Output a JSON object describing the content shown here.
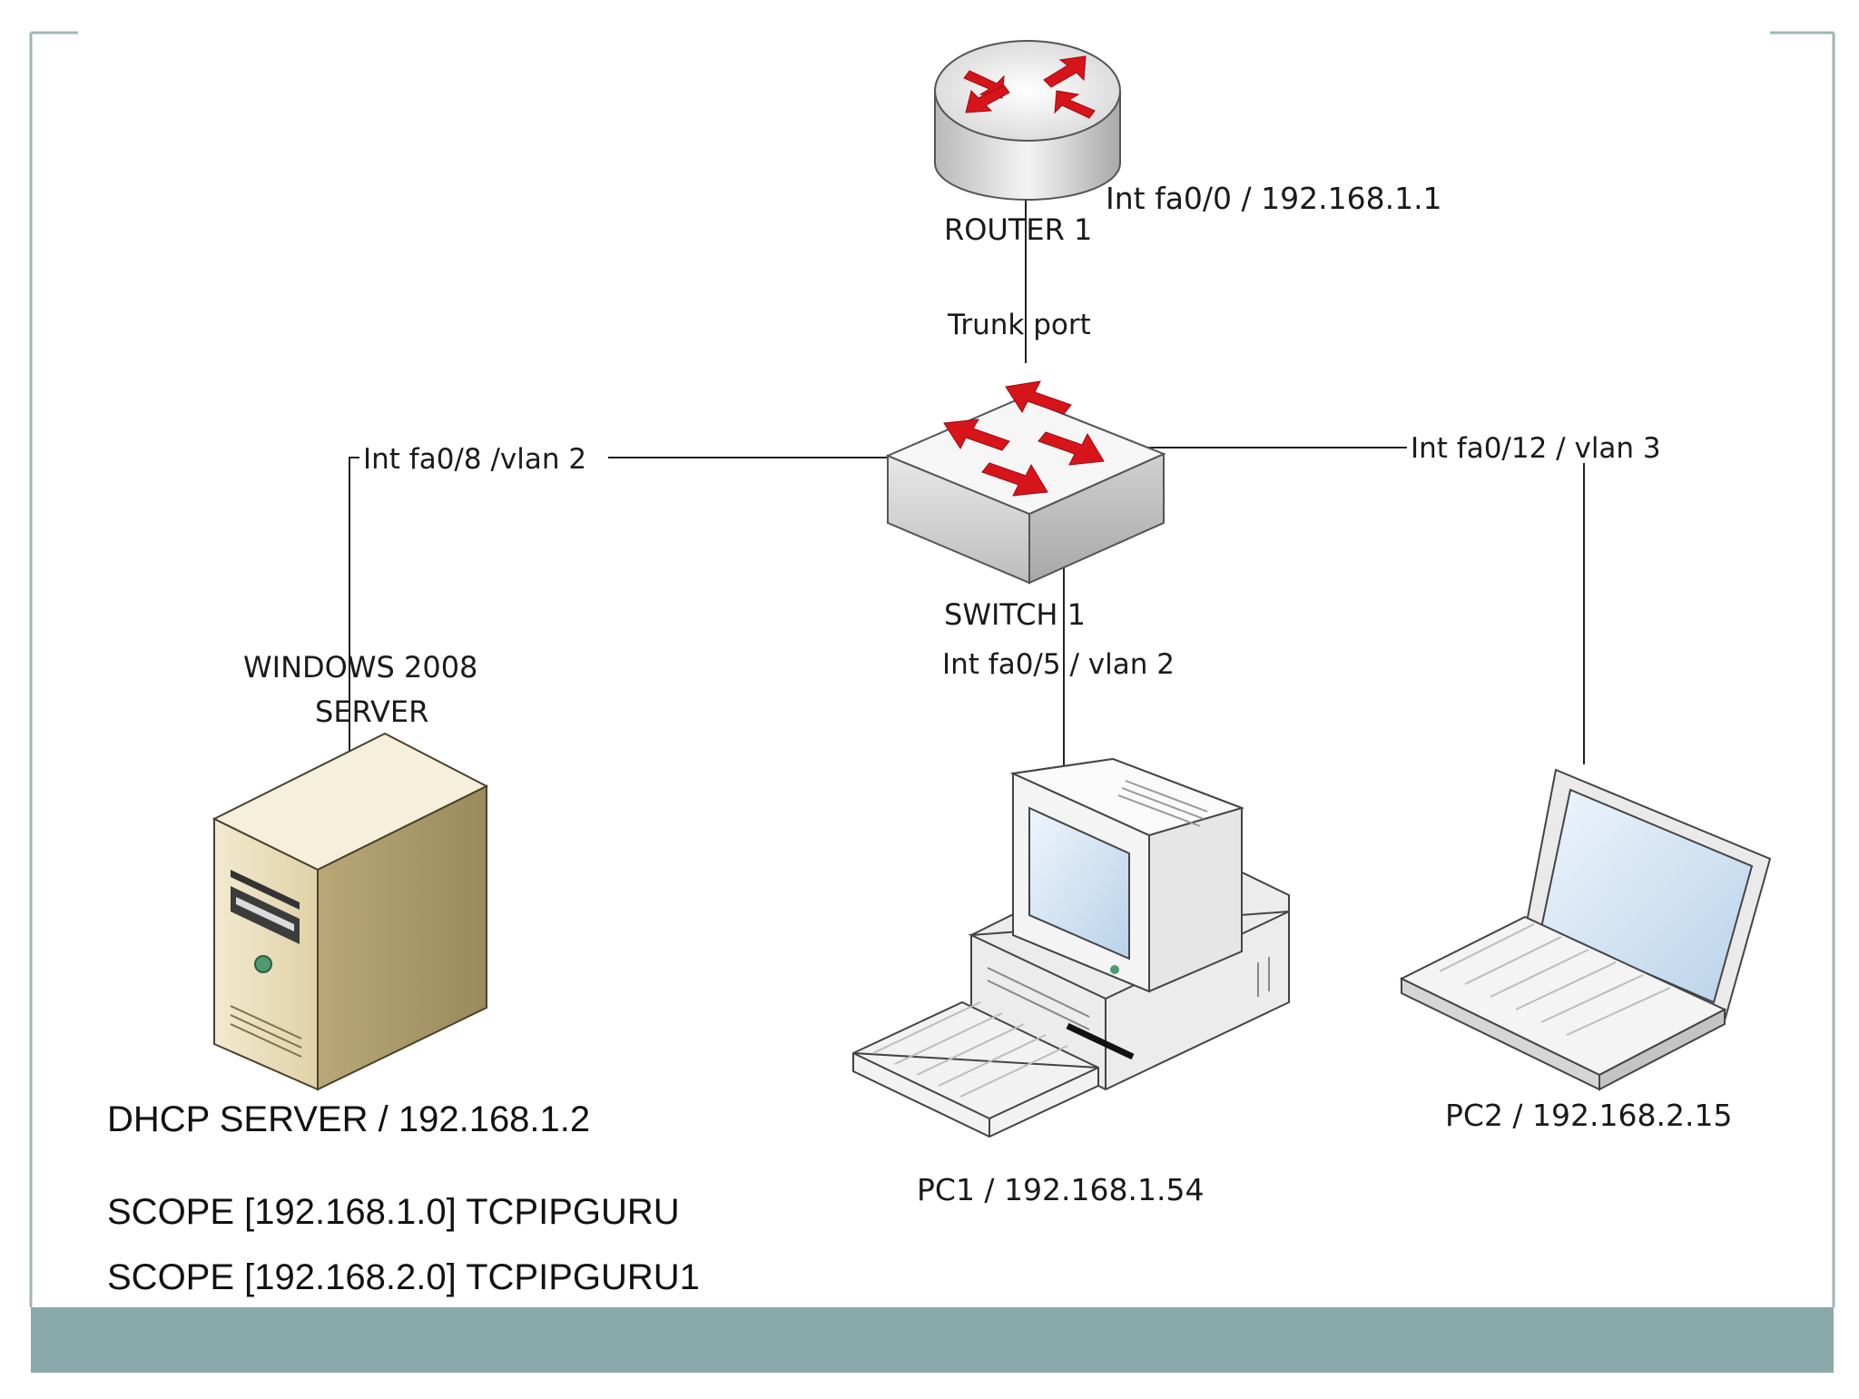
{
  "diagram": {
    "router": {
      "name": "ROUTER 1",
      "interface": "Int fa0/0 / 192.168.1.1"
    },
    "trunk_label": "Trunk port",
    "switch": {
      "name": "SWITCH 1"
    },
    "links": {
      "server_port": "Int fa0/8 /vlan  2",
      "pc1_port": "Int fa0/5 / vlan 2",
      "pc2_port": "Int fa0/12 / vlan 3"
    },
    "server": {
      "name_line1": "WINDOWS 2008",
      "name_line2": "SERVER",
      "caption": "DHCP SERVER / 192.168.1.2"
    },
    "scopes": [
      "SCOPE [192.168.1.0] TCPIPGURU",
      "SCOPE [192.168.2.0] TCPIPGURU1"
    ],
    "pc1": {
      "caption": "PC1 / 192.168.1.54"
    },
    "pc2": {
      "caption": "PC2 / 192.168.2.15"
    }
  },
  "colors": {
    "footer_bar": "#8aa9ab",
    "arrow_red": "#d8141b",
    "frame": "#9fb5b6"
  }
}
